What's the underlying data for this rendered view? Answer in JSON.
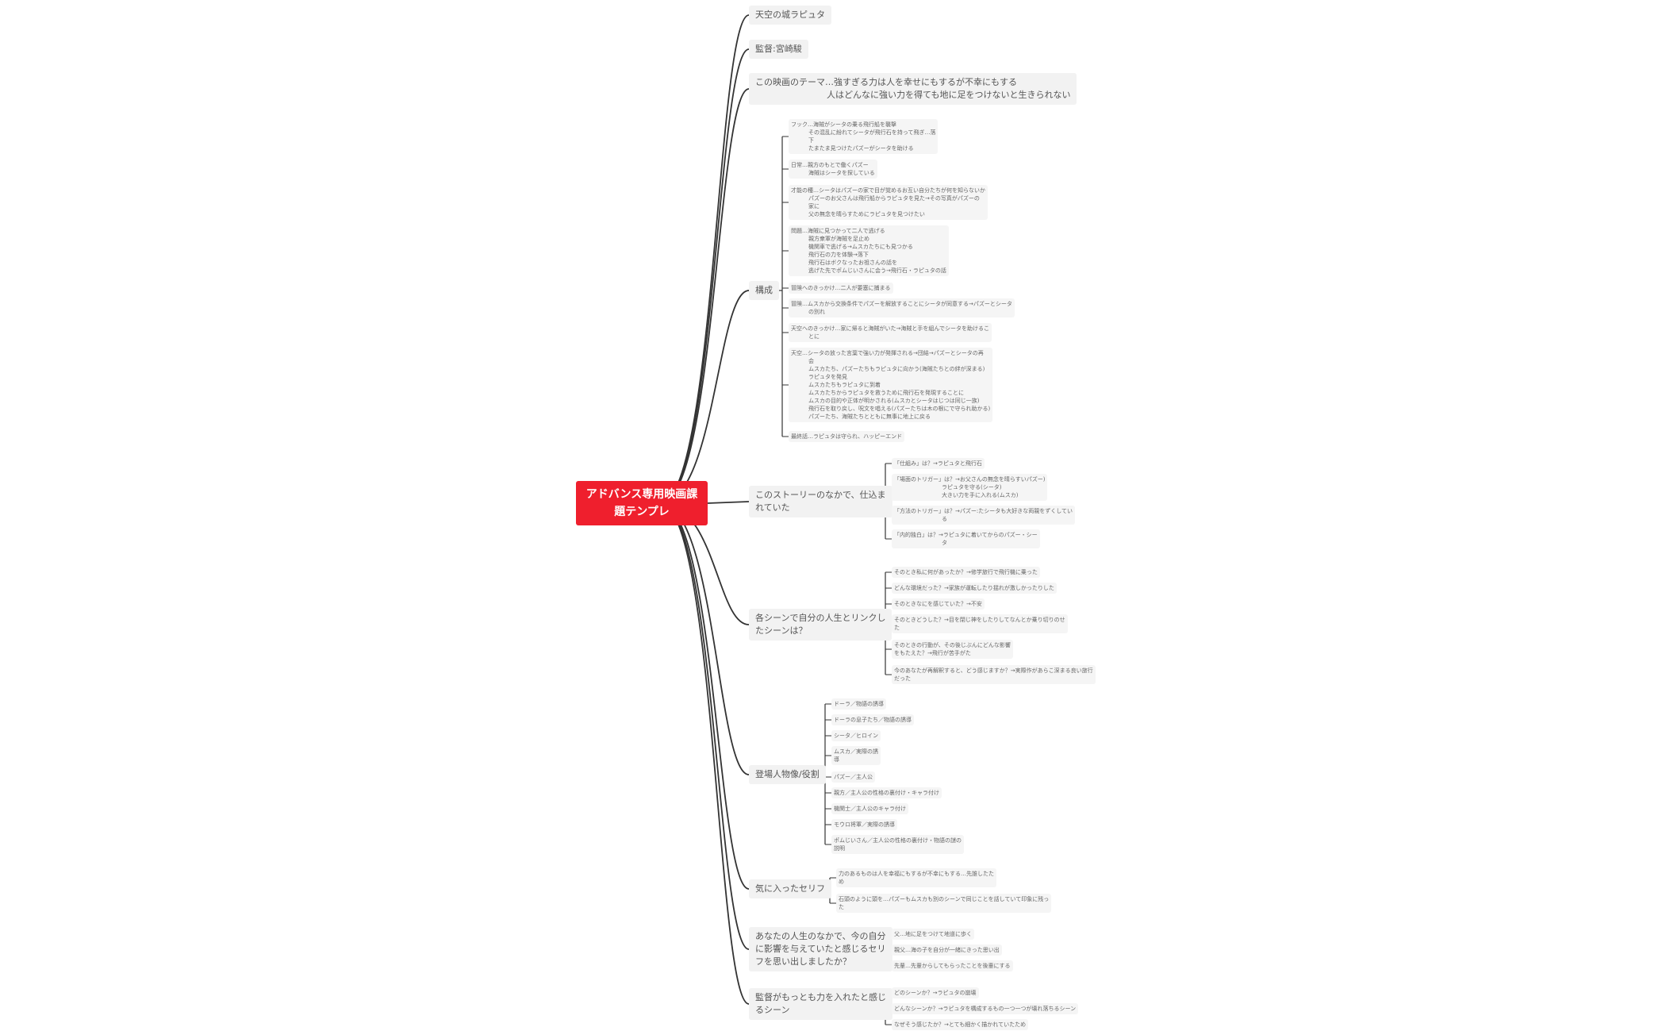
{
  "root": {
    "line1": "アドバンス専用映画課",
    "line2": "題テンプレ"
  },
  "branches": {
    "title": {
      "line1": "天空の城ラピュタ"
    },
    "director": {
      "line1": "監督:宮崎駿"
    },
    "theme": {
      "line1": "この映画のテーマ…強すぎる力は人を幸せにもするが不幸にもする",
      "line2": "人はどんなに強い力を得ても地に足をつけないと生きられない"
    },
    "structure": {
      "label": "構成",
      "items": [
        {
          "lines": [
            "フック…海賊がシータの乗る飛行船を襲撃",
            "その混乱に紛れてシータが飛行石を持って飛ぎ…落",
            "下",
            "たまたま見つけたパズーがシータを助ける"
          ]
        },
        {
          "lines": [
            "日常…親方のもとで働くパズー",
            "海賊はシータを探している"
          ]
        },
        {
          "lines": [
            "才能の種…シータはパズーの家で目が覚めるお互い自分たちが何を知らないか",
            "パズーのお父さんは飛行船からラピュタを見た→その写真がパズーの",
            "家に",
            "父の無念を晴らすためにラピュタを見つけたい"
          ]
        },
        {
          "lines": [
            "問題…海賊に見つかって二人で逃げる",
            "親方衆軍が海賊を足止め",
            "機関車で逃げる→ムスカたちにも見つかる",
            "飛行石の力を体験→落下",
            "飛行石はボクなったお祖さんの話を",
            "逃げた先でポムじいさんに会う→飛行石・ラピュタの話"
          ]
        },
        {
          "lines": [
            "冒険へのきっかけ…二人が要塞に捕まる"
          ]
        },
        {
          "lines": [
            "冒険…ムスカから交換条件でパズーを解放することにシータが同意する→パズーとシータ",
            "の別れ"
          ]
        },
        {
          "lines": [
            "天空へのきっかけ…家に帰ると海賊がいた→海賊と手を組んでシータを助けるこ",
            "とに"
          ]
        },
        {
          "lines": [
            "天空…シータの放った言葉で強い力が発揮される→団結→パズーとシータの再",
            "会",
            "ムスカたち、パズーたちもラピュタに向かう(海賊たちとの絆が深まる)",
            "ラピュタを発見",
            "ムスカたちもラピュタに到着",
            "ムスカたちからラピュタを救うために飛行石を発現することに",
            "ムスカの目的や正体が明かされる(ムスカとシータはじつは同じ一族)",
            "飛行石を取り戻し、呪文を唱える(パズーたちは木の根にで守られ助かる)",
            "パズーたち、海賊たちとともに無事に地上に戻る"
          ]
        },
        {
          "lines": [
            "最終話…ラピュタは守られ、ハッピーエンド"
          ]
        }
      ]
    },
    "setup": {
      "line1": "このストーリーのなかで、仕込ま",
      "line2": "れていた",
      "items": [
        {
          "lines": [
            "「仕組み」は？→ラピュタと飛行石"
          ]
        },
        {
          "lines": [
            "「場面のトリガー」は？→お父さんの無念を晴らすいパズー)",
            "ラピュタを守る(シータ)",
            "大きい力を手に入れる(ムスカ)"
          ]
        },
        {
          "lines": [
            "「方法のトリガー」は？→パズー:たシータも大好きな両親をずくしてい",
            "る"
          ]
        },
        {
          "lines": [
            "「内的独白」は？→ラピュタに着いてからのパズー・シー",
            "タ"
          ]
        }
      ]
    },
    "scenes": {
      "line1": "各シーンで自分の人生とリンクし",
      "line2": "たシーンは？",
      "items": [
        {
          "lines": [
            "そのとき私に何があったか？→修学旅行で飛行機に乗った"
          ]
        },
        {
          "lines": [
            "どんな環境だった？→家族が運転したり揺れが激しかったりした"
          ]
        },
        {
          "lines": [
            "そのときなにを感じていた？→不安"
          ]
        },
        {
          "lines": [
            "そのときどうした？→目を閉じ神をしたりしてなんとか乗り切りのせ",
            "た"
          ]
        },
        {
          "lines": [
            "そのときの行動が、その後じぶんにどんな影響",
            "をもたえた？→飛行が苦手がた"
          ]
        },
        {
          "lines": [
            "今のあなたが再解釈すると、どう感じますか？→実際作があらこ深まる良い旅行",
            "だった"
          ]
        }
      ]
    },
    "characters": {
      "label": "登場人物像/役割",
      "items": [
        {
          "lines": [
            "ドーラ／物語の誘導"
          ]
        },
        {
          "lines": [
            "ドーラの息子たち／物語の誘導"
          ]
        },
        {
          "lines": [
            "シータ／ヒロイン"
          ]
        },
        {
          "lines": [
            "ムスカ／実際の誘",
            "導"
          ]
        },
        {
          "lines": [
            "パズー／主人公"
          ]
        },
        {
          "lines": [
            "親方／主人公の性格の裏付け・キャラ付け"
          ]
        },
        {
          "lines": [
            "機関士／主人公のキャラ付け"
          ]
        },
        {
          "lines": [
            "モウロ将軍／実際の誘導"
          ]
        },
        {
          "lines": [
            "ポムじいさん／主人公の性格の裏付け・物語の謎の",
            "説明"
          ]
        }
      ]
    },
    "quotes": {
      "label": "気に入ったセリフ",
      "items": [
        {
          "lines": [
            "力のあるものは人を幸福にもするが不幸にもする…先誰したた",
            "め"
          ]
        },
        {
          "lines": [
            "石頭のように頭を…パズーもムスカも別のシーンで同じことを話していて印象に残っ",
            "た"
          ]
        }
      ]
    },
    "influence": {
      "line1": "あなたの人生のなかで、今の自分",
      "line2": "に影響を与えていたと感じるセリ",
      "line3": "フを思い出しましたか？",
      "items": [
        {
          "lines": [
            "父…地に足をつけて地道に歩く"
          ]
        },
        {
          "lines": [
            "親父…海の子を自分が一緒にきった思い出"
          ]
        },
        {
          "lines": [
            "先輩…先輩からしてもらったことを後輩にする"
          ]
        }
      ]
    },
    "director_focus": {
      "line1": "監督がもっとも力を入れたと感じ",
      "line2": "るシーン",
      "items": [
        {
          "lines": [
            "どのシーンか？→ラピュタの崩壊"
          ]
        },
        {
          "lines": [
            "どんなシーンか？→ラピュタを構成するもの一つ一つが壊れ落ちるシーン"
          ]
        },
        {
          "lines": [
            "なぜそう感じたか？→とても細かく描かれていたため"
          ]
        }
      ]
    }
  }
}
